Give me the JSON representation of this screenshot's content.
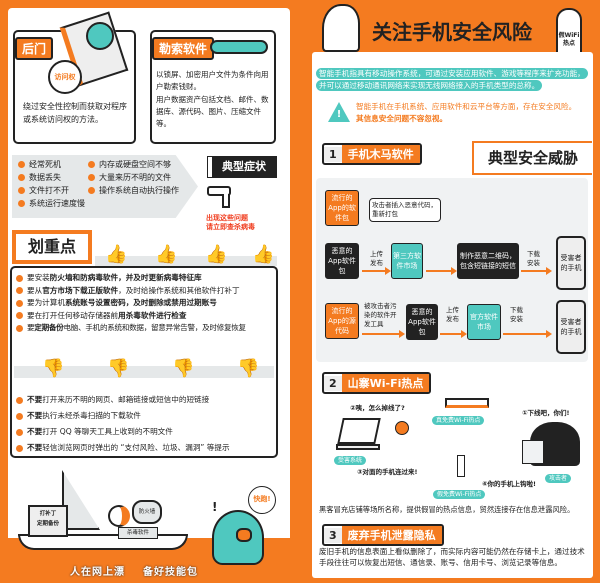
{
  "left": {
    "backdoor": {
      "title": "后门",
      "badge": "访问权",
      "desc": "绕过安全性控制而获取对程序或系统访问权的方法。"
    },
    "ransomware": {
      "title": "勒索软件",
      "desc1": "以锁屏、加密用户文件为条件向用户勒索钱财。",
      "desc2": "用户数据资产包括文档、邮件、数据库、源代码、图片、压缩文件等。"
    },
    "symptoms": {
      "title": "典型症状",
      "col1": [
        "经常死机",
        "数据丢失",
        "文件打不开",
        "系统运行速度慢"
      ],
      "col2": [
        "内存或硬盘空间不够",
        "大量来历不明的文件",
        "操作系统自动执行操作"
      ],
      "warning_line1": "出现这些问题",
      "warning_line2": "请立即查杀病毒"
    },
    "key_points": {
      "title": "划重点",
      "dos": [
        {
          "pre": "要安装",
          "bold": "防火墙和防病毒软件，并及时更新病毒特征库",
          "post": ""
        },
        {
          "pre": "要从",
          "bold": "官方市场下载正版软件",
          "post": "，及时给操作系统和其他软件打补丁"
        },
        {
          "pre": "要为计算机",
          "bold": "系统账号设置密码，及时删除或禁用过期账号",
          "post": ""
        },
        {
          "pre": "要在打开任何移动存储器前",
          "bold": "用杀毒软件进行检查",
          "post": ""
        },
        {
          "pre": "要",
          "bold": "定期备份",
          "post": "电脑、手机的系统和数据，留意异常告警，及时修复恢复"
        }
      ],
      "donts": [
        {
          "bold": "不要",
          "post": "打开来历不明的网页、邮箱链接或短信中的短链接"
        },
        {
          "bold": "不要",
          "post": "执行未经杀毒扫描的下载软件"
        },
        {
          "bold": "不要",
          "post": "打开 QQ 等聊天工具上收到的不明文件"
        },
        {
          "bold": "不要",
          "post": "轻信浏览网页时弹出的 “支付风险、垃圾、漏洞” 等提示"
        }
      ]
    },
    "illustration": {
      "sign1": "打补丁",
      "sign2": "定期备份",
      "bag1": "防火墙",
      "bag2": "杀毒软件",
      "shark_says": "快跑!"
    },
    "slogan1": "人在网上漂",
    "slogan2": "备好技能包"
  },
  "right": {
    "title": "关注手机安全风险",
    "mascot_sign": "假WiFi热点",
    "intro": "智能手机指具有移动操作系统，可通过安装应用软件、游戏等程序来扩充功能，并可以通过移动通讯网络来实现无线网络接入的手机类型的总称。",
    "warning": "智能手机在手机系统、应用软件和云平台等方面，存在安全风险。",
    "warning_bold": "其信息安全问题不容忽视。",
    "threats_title": "典型安全威胁",
    "section1": {
      "num": "1",
      "title": "手机木马软件",
      "popular_app": "流行的App的软件包",
      "attacker_note": "攻击者插入恶意代码，重新打包",
      "malicious_app": "恶意的App软件包",
      "upload": "上传发布",
      "third_market": "第三方软件市场",
      "qr": "制作恶意二维码，包含短链接的短信",
      "download": "下载安装",
      "victim_phone": "受害者的手机",
      "popular_source": "流行的App的源代码",
      "polluted_tool": "被攻击者污染的软件开发工具",
      "malicious_app2": "恶意的App软件包",
      "upload2": "上传发布",
      "official_market": "官方软件市场",
      "download2": "下载安装",
      "victim_phone2": "受害者的手机"
    },
    "section2": {
      "num": "2",
      "title": "山寨Wi-Fi热点",
      "step2": "②咦，怎么掉线了?",
      "step1": "①下线吧，你们!",
      "step3": "③对面的手机连过来!",
      "step4": "④你的手机上钩啦!",
      "real_hotspot": "真免费Wi-Fi热点",
      "fake_hotspot": "假免费Wi-Fi热点",
      "victim": "受害系统",
      "attacker": "攻击者",
      "desc": "黑客冒充店铺等场所名称，提供假冒的热点信息，贸然连接存在信息泄露风险。"
    },
    "section3": {
      "num": "3",
      "title": "废弃手机泄露隐私",
      "desc": "废旧手机的信息表面上看似删除了，而实际内容可能仍然在存储卡上，通过技术手段往往可以恢复出短信、通信录、账号、信用卡号、浏览记录等信息。"
    }
  },
  "colors": {
    "orange": "#f47b20",
    "teal": "#4fc8bf",
    "dark": "#222222"
  }
}
